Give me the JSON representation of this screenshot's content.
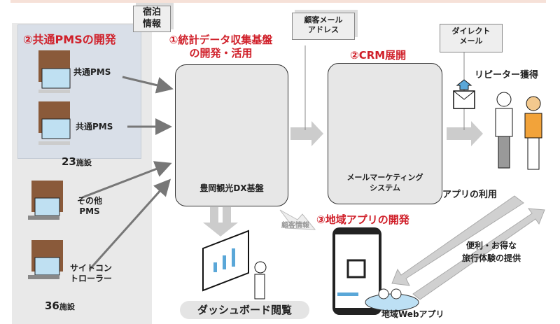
{
  "left_panel": {
    "title": "②共通PMSの開発",
    "items": [
      {
        "label": "共通PMS"
      },
      {
        "label": "共通PMS"
      },
      {
        "label": "その他\nPMS"
      },
      {
        "label": "サイトコン\nトローラー"
      }
    ],
    "count_common": "23",
    "count_common_unit": "施設",
    "count_all": "36",
    "count_all_unit": "施設"
  },
  "docs": {
    "stay_info": "宿泊\n情報",
    "customer_email": "顧客メール\nアドレス",
    "direct_mail": "ダイレクト\nメール",
    "customer_info": "顧客情報"
  },
  "dx": {
    "title": "①統計データ収集基盤\nの開発・活用",
    "box_label": "豊岡観光DX基盤"
  },
  "crm": {
    "title": "②CRM展開",
    "box_label": "メールマーケティング\nシステム"
  },
  "repeater": "リピーター獲得",
  "app_usage": "アプリの利用",
  "app_dev": "③地域アプリの開発",
  "app_label": "地域Webアプリ",
  "benefit": "便利・お得な\n旅行体験の提供",
  "dashboard": "ダッシュボード閲覧",
  "colors": {
    "accent_red": "#d0202a",
    "panel_blue": "#d9dfe8",
    "panel_gray": "#e9e9e9",
    "arrow_blue": "#5aa7d8"
  }
}
